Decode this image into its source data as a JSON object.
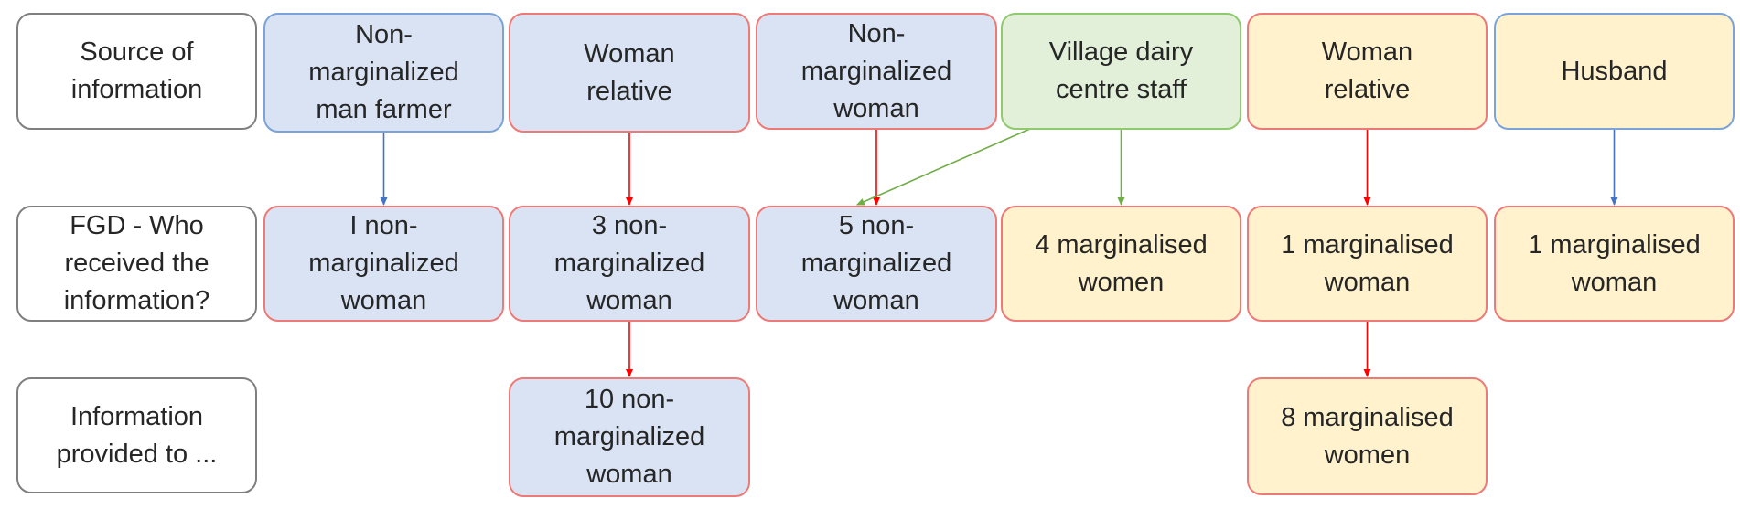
{
  "colors": {
    "blue_fill": "#dae3f3",
    "green_fill": "#e2f0d9",
    "yellow_fill": "#fff2cc",
    "blue_border": "#7ba3d8",
    "red_border": "#ee7a78",
    "green_border": "#8fca6e",
    "label_border": "#7f7f7f",
    "arrow_blue": "#4472c4",
    "arrow_red": "#ff0000",
    "arrow_green": "#70ad47"
  },
  "row_labels": {
    "source": "Source of\ninformation",
    "received": "FGD - Who\nreceived the\ninformation?",
    "provided": "Information\nprovided to ..."
  },
  "sources": [
    {
      "id": "src-1",
      "label": "Non-\nmarginalized\nman farmer",
      "fill": "blue",
      "border": "blue"
    },
    {
      "id": "src-2",
      "label": "Woman\nrelative",
      "fill": "blue",
      "border": "red"
    },
    {
      "id": "src-3",
      "label": "Non-\nmarginalized\nwoman",
      "fill": "blue",
      "border": "red"
    },
    {
      "id": "src-4",
      "label": "Village dairy\ncentre staff",
      "fill": "green",
      "border": "green"
    },
    {
      "id": "src-5",
      "label": "Woman\nrelative",
      "fill": "yellow",
      "border": "red"
    },
    {
      "id": "src-6",
      "label": "Husband",
      "fill": "yellow",
      "border": "blue"
    }
  ],
  "receivers": [
    {
      "id": "rec-1",
      "label": "I non-\nmarginalized\nwoman",
      "fill": "blue",
      "border": "red"
    },
    {
      "id": "rec-2",
      "label": "3 non-\nmarginalized\nwoman",
      "fill": "blue",
      "border": "red"
    },
    {
      "id": "rec-3",
      "label": "5 non-\nmarginalized\nwoman",
      "fill": "blue",
      "border": "red"
    },
    {
      "id": "rec-4",
      "label": "4 marginalised\nwomen",
      "fill": "yellow",
      "border": "red"
    },
    {
      "id": "rec-5",
      "label": "1 marginalised\nwoman",
      "fill": "yellow",
      "border": "red"
    },
    {
      "id": "rec-6",
      "label": "1 marginalised\nwoman",
      "fill": "yellow",
      "border": "red"
    }
  ],
  "provided": [
    {
      "id": "pro-2",
      "label": "10 non-\nmarginalized\nwoman",
      "fill": "blue",
      "border": "red"
    },
    {
      "id": "pro-5",
      "label": "8 marginalised\nwomen",
      "fill": "yellow",
      "border": "red"
    }
  ],
  "edges": [
    {
      "from": "src-1",
      "to": "rec-1",
      "color": "blue"
    },
    {
      "from": "src-2",
      "to": "rec-2",
      "color": "red"
    },
    {
      "from": "src-3",
      "to": "rec-3",
      "color": "red"
    },
    {
      "from": "src-4",
      "to": "rec-3",
      "color": "green"
    },
    {
      "from": "src-4",
      "to": "rec-4",
      "color": "green"
    },
    {
      "from": "src-5",
      "to": "rec-5",
      "color": "red"
    },
    {
      "from": "src-6",
      "to": "rec-6",
      "color": "blue"
    },
    {
      "from": "rec-2",
      "to": "pro-2",
      "color": "red"
    },
    {
      "from": "rec-5",
      "to": "pro-5",
      "color": "red"
    }
  ]
}
